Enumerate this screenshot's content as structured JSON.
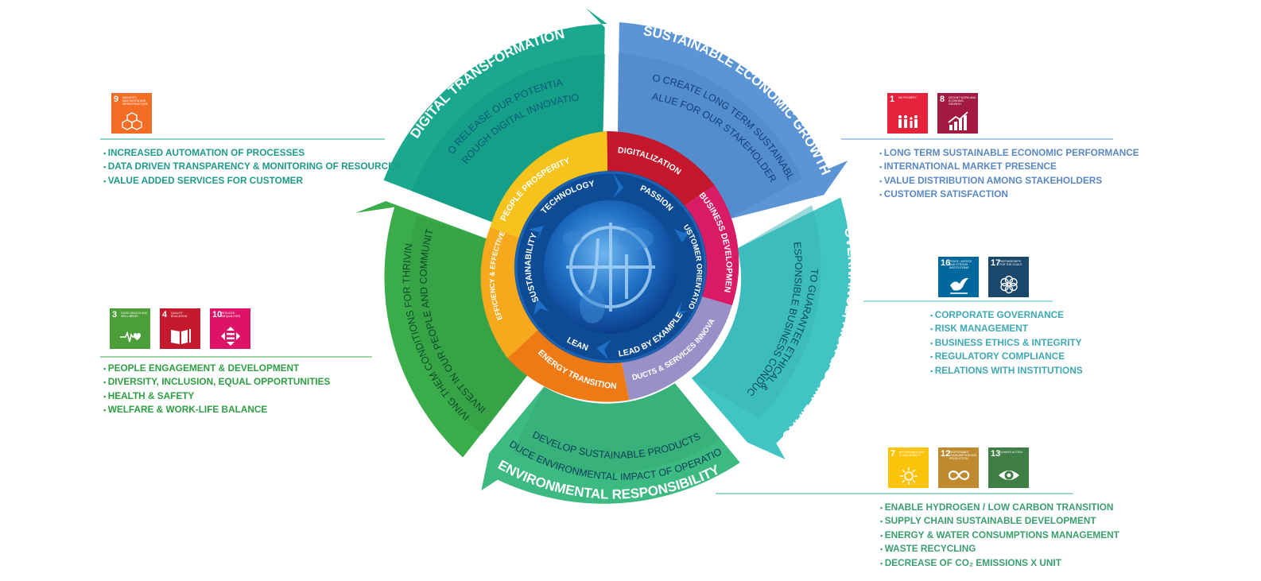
{
  "segments": {
    "digital": {
      "title": "DIGITAL TRANSFORMATION",
      "line1": "TO RELEASE OUR POTENTIAL",
      "line2": "THROUGH DIGITAL INNOVATION",
      "color": "#1aa98e"
    },
    "economic": {
      "title": "SUSTAINABLE ECONOMIC GROWTH",
      "line1": "TO CREATE LONG TERM SUSTAINABLE",
      "line2": "VALUE FOR OUR STAKEHOLDERS",
      "color": "#5b95d5"
    },
    "governance": {
      "title": "GOVERNANCE, RISK & COMPLIANCE",
      "line1": "TO GUARANTEE ETHICAL &",
      "line2": "RESPONSIBLE BUSINESS CONDUCT",
      "color": "#43c4c4"
    },
    "environmental": {
      "title": "ENVIRONMENTAL RESPONSIBILITY",
      "line1": "TO DEVELOP  SUSTAINABLE PRODUCTS &",
      "line2": "REDUCE  ENVIRONMENTAL IMPACT OF OPERATIONS",
      "color": "#3cba82"
    },
    "social": {
      "title": "SOCIAL RESPONSIBILITY",
      "line1": "TO INVEST IN OUR PEOPLE AND COMMUNITY,",
      "line2": "GIVING THEM CONDITIONS FOR THRIVING",
      "color": "#3aad4a"
    }
  },
  "middle_ring": [
    {
      "label": "DIGITALIZATION",
      "color": "#c4172c"
    },
    {
      "label": "BUSINESS DEVELOPMENT",
      "color": "#d81b64"
    },
    {
      "label": "PRODUCTS & SERVICES INNOVATION",
      "color": "#9a90c8"
    },
    {
      "label": "ENERGY TRANSITION",
      "color": "#ee7a16"
    },
    {
      "label": "PROCESSES EFFICIENCY & EFFECTIVENESS LEAN",
      "color": "#f6a91c"
    },
    {
      "label": "PEOPLE PROSPERITY",
      "color": "#f6c31c"
    }
  ],
  "inner_ring": [
    {
      "label": "TECHNOLOGY"
    },
    {
      "label": "PASSION"
    },
    {
      "label": "CUSTOMER ORIENTATION"
    },
    {
      "label": "LEAD BY EXAMPLE"
    },
    {
      "label": "LEAN"
    },
    {
      "label": "SUSTAINABILITY"
    }
  ],
  "center": {
    "logo": "logo-icon"
  },
  "panels": {
    "digital": {
      "sdgs": [
        {
          "num": "9",
          "caption": "INDUSTRY, INNOVATION AND INFRASTRUCTURE",
          "color": "#f36d25",
          "icon": "cubes-icon"
        }
      ],
      "items": [
        "INCREASED AUTOMATION OF PROCESSES",
        "DATA DRIVEN TRANSPARENCY & MONITORING OF RESOURCES",
        "VALUE ADDED SERVICES FOR CUSTOMER"
      ]
    },
    "economic": {
      "sdgs": [
        {
          "num": "1",
          "caption": "NO POVERTY",
          "color": "#e5243b",
          "icon": "family-icon"
        },
        {
          "num": "8",
          "caption": "DECENT WORK AND ECONOMIC GROWTH",
          "color": "#a21942",
          "icon": "growth-chart-icon"
        }
      ],
      "items": [
        "LONG TERM SUSTAINABLE ECONOMIC PERFORMANCE",
        "INTERNATIONAL MARKET PRESENCE",
        "VALUE DISTRIBUTION AMONG STAKEHOLDERS",
        "CUSTOMER SATISFACTION"
      ]
    },
    "governance": {
      "sdgs": [
        {
          "num": "16",
          "caption": "PEACE, JUSTICE AND STRONG INSTITUTIONS",
          "color": "#00689d",
          "icon": "dove-icon"
        },
        {
          "num": "17",
          "caption": "PARTNERSHIPS FOR THE GOALS",
          "color": "#19486a",
          "icon": "flower-icon"
        }
      ],
      "items": [
        "CORPORATE GOVERNANCE",
        "RISK MANAGEMENT",
        "BUSINESS ETHICS & INTEGRITY",
        "REGULATORY COMPLIANCE",
        "RELATIONS WITH INSTITUTIONS"
      ]
    },
    "social": {
      "sdgs": [
        {
          "num": "3",
          "caption": "GOOD HEALTH AND WELL-BEING",
          "color": "#4c9f38",
          "icon": "heartbeat-icon"
        },
        {
          "num": "4",
          "caption": "QUALITY EDUCATION",
          "color": "#c5192d",
          "icon": "book-icon"
        },
        {
          "num": "10",
          "caption": "REDUCED INEQUALITIES",
          "color": "#dd1367",
          "icon": "equality-icon"
        }
      ],
      "items": [
        "PEOPLE ENGAGEMENT & DEVELOPMENT",
        "DIVERSITY, INCLUSION, EQUAL OPPORTUNITIES",
        "HEALTH & SAFETY",
        "WELFARE & WORK-LIFE BALANCE"
      ]
    },
    "environmental": {
      "sdgs": [
        {
          "num": "7",
          "caption": "AFFORDABLE AND CLEAN ENERGY",
          "color": "#fcc30b",
          "icon": "sun-icon"
        },
        {
          "num": "12",
          "caption": "RESPONSIBLE CONSUMPTION AND PRODUCTION",
          "color": "#bf8b2e",
          "icon": "infinity-icon"
        },
        {
          "num": "13",
          "caption": "CLIMATE ACTION",
          "color": "#3f7e44",
          "icon": "eye-globe-icon"
        }
      ],
      "items": [
        "ENABLE HYDROGEN / LOW CARBON TRANSITION",
        "SUPPLY CHAIN SUSTAINABLE DEVELOPMENT",
        "ENERGY & WATER CONSUMPTIONS MANAGEMENT",
        "WASTE RECYCLING",
        "DECREASE OF CO₂ EMISSIONS X UNIT"
      ]
    }
  }
}
